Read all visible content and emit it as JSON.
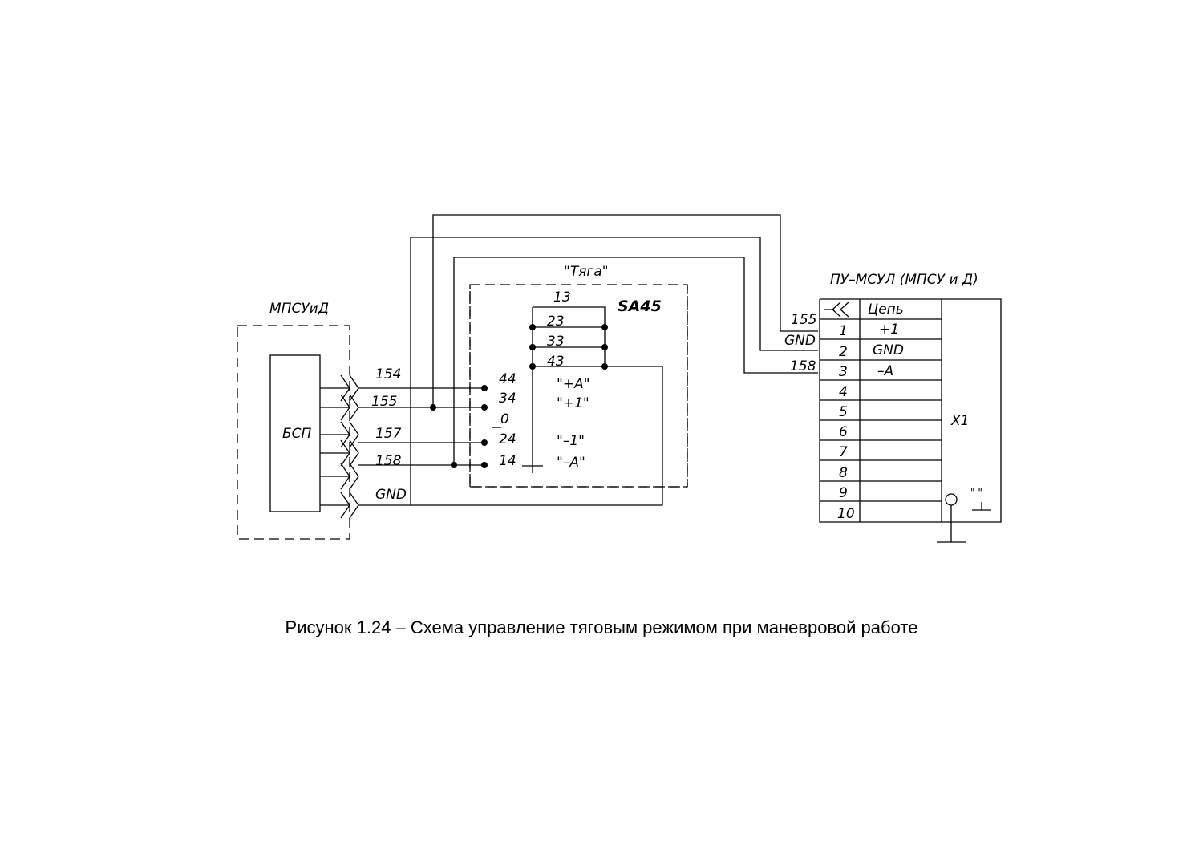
{
  "caption": "Рисунок 1.24 – Схема управление тяговым режимом при маневровой работе",
  "left_unit": {
    "title": "МПСУиД",
    "block": "БСП",
    "wires": [
      "154",
      "155",
      "157",
      "158",
      "GND"
    ]
  },
  "switch": {
    "mode_title": "\"Тяга\"",
    "name": "SA45",
    "top_contacts": [
      "13",
      "23",
      "33",
      "43"
    ],
    "left_contacts": [
      "44",
      "34",
      "0",
      "24",
      "14"
    ],
    "positions": [
      "\"+А\"",
      "\"+1\"",
      "\"–1\"",
      "\"–А\""
    ]
  },
  "connector": {
    "title": "ПУ–МСУЛ (МПСУ и Д)",
    "circuit_header": "Цепь",
    "name": "X1",
    "pins": [
      "1",
      "2",
      "3",
      "4",
      "5",
      "6",
      "7",
      "8",
      "9",
      "10"
    ],
    "signals": [
      "+1",
      "GND",
      "–А"
    ],
    "incoming": [
      "155",
      "GND",
      "158"
    ],
    "ground_mark": "\" \""
  }
}
